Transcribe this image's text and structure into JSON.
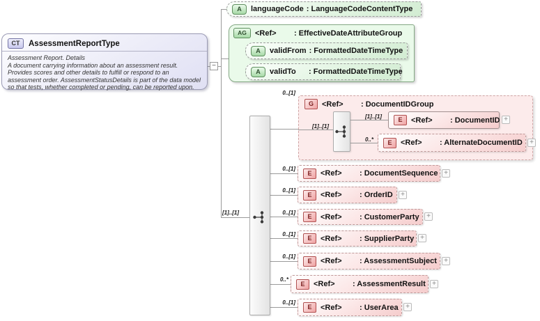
{
  "root": {
    "badge": "CT",
    "title": "AssessmentReportType",
    "annotation_line1": "Assessment Report. Details",
    "annotation_body": "A document carrying information about an assessment result.  Provides scores and other details to fulfill or respond to an assessment order. AssessmentStatusDetails is part of the data model so that tests, whether completed or pending, can be reported upon.",
    "collapse_glyph": "−"
  },
  "attributes": {
    "language_code": {
      "badge": "A",
      "name": "languageCode",
      "type_label": ": LanguageCodeContentType"
    }
  },
  "attribute_group": {
    "badge": "AG",
    "name": "<Ref>",
    "type_label": ": EffectiveDateAttributeGroup",
    "attributes": [
      {
        "badge": "A",
        "name": "validFrom",
        "type_label": ": FormattedDateTimeType"
      },
      {
        "badge": "A",
        "name": "validTo",
        "type_label": ": FormattedDateTimeType"
      }
    ]
  },
  "sequence": {
    "cardinality": "[1]..[1]"
  },
  "document_id_group": {
    "cardinality": "0..[1]",
    "badge": "G",
    "name": "<Ref>",
    "type_label": ": DocumentIDGroup",
    "sequence_cardinality": "[1]..[1]",
    "children": [
      {
        "cardinality": "[1]..[1]",
        "badge": "E",
        "name": "<Ref>",
        "type_label": ": DocumentID",
        "style": "solid"
      },
      {
        "cardinality": "0..*",
        "badge": "E",
        "name": "<Ref>",
        "type_label": ": AlternateDocumentID",
        "style": "dashed"
      }
    ]
  },
  "elements": [
    {
      "cardinality": "0..[1]",
      "badge": "E",
      "name": "<Ref>",
      "type_label": ": DocumentSequence"
    },
    {
      "cardinality": "0..[1]",
      "badge": "E",
      "name": "<Ref>",
      "type_label": ": OrderID"
    },
    {
      "cardinality": "0..[1]",
      "badge": "E",
      "name": "<Ref>",
      "type_label": ": CustomerParty"
    },
    {
      "cardinality": "0..[1]",
      "badge": "E",
      "name": "<Ref>",
      "type_label": ": SupplierParty"
    },
    {
      "cardinality": "0..[1]",
      "badge": "E",
      "name": "<Ref>",
      "type_label": ": AssessmentSubject"
    },
    {
      "cardinality": "0..*",
      "badge": "E",
      "name": "<Ref>",
      "type_label": ": AssessmentResult"
    },
    {
      "cardinality": "0..[1]",
      "badge": "E",
      "name": "<Ref>",
      "type_label": ": UserArea"
    }
  ],
  "colors": {
    "complex_type_fill": "#e0e0f4",
    "attribute_fill": "#d2ecd2",
    "attribute_group_fill": "#eafaea",
    "element_fill": "#f5cdcd",
    "group_fill": "#fcebeb",
    "element_badge_border": "#b05050",
    "attribute_badge_border": "#5f8f5f",
    "connector": "#9a9a9a"
  }
}
